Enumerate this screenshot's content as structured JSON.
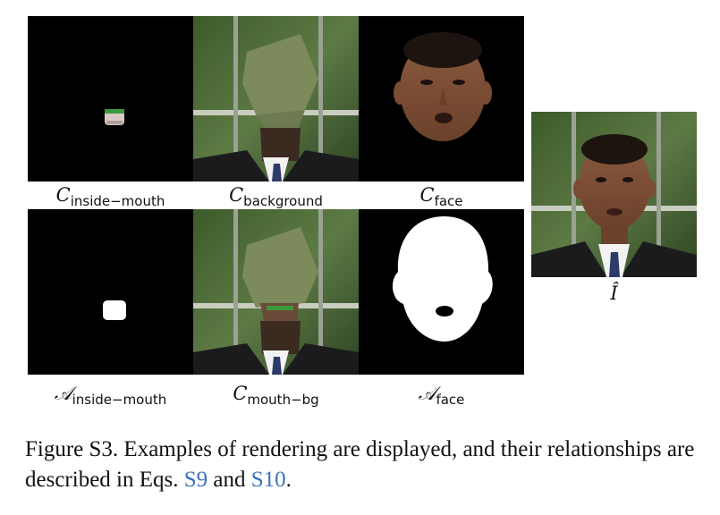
{
  "panels": {
    "inside_mouth_color": {
      "symbol": "C",
      "subscript": "inside−mouth"
    },
    "background_color": {
      "symbol": "C",
      "subscript": "background"
    },
    "face_color": {
      "symbol": "C",
      "subscript": "face"
    },
    "inside_mouth_alpha": {
      "symbol": "𝒜",
      "subscript": "inside−mouth"
    },
    "mouth_bg_color": {
      "symbol": "C",
      "subscript": "mouth−bg"
    },
    "face_alpha": {
      "symbol": "𝒜",
      "subscript": "face"
    },
    "output": {
      "symbol": "Î"
    }
  },
  "caption": {
    "text_before": "Figure S3. Examples of rendering are displayed, and their relationships are described in Eqs.",
    "ref1": "S9",
    "text_mid": "and",
    "ref2": "S10",
    "text_after": "."
  },
  "colors": {
    "reference_link": "#3b73b9"
  }
}
